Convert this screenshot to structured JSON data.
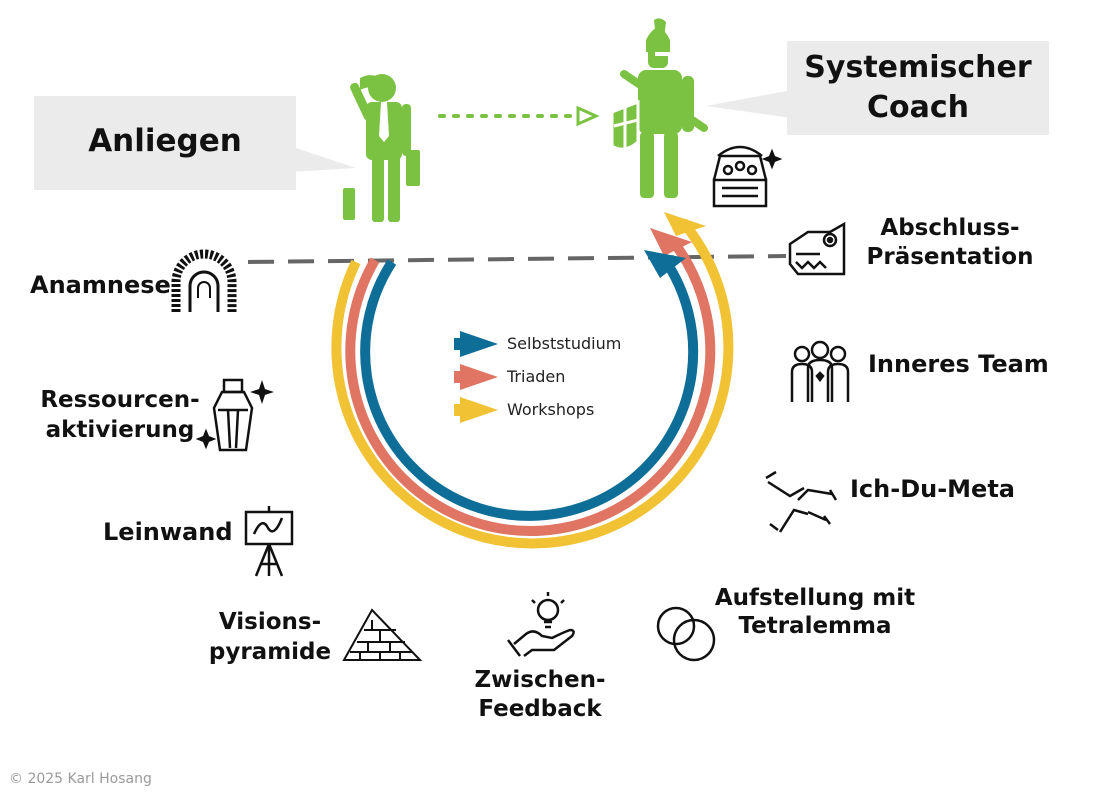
{
  "speech_bubbles": {
    "client": "Anliegen",
    "coach_line1": "Systemischer",
    "coach_line2": "Coach"
  },
  "stages": {
    "anamnese": "Anamnese",
    "ressourcen_line1": "Ressourcen-",
    "ressourcen_line2": "aktivierung",
    "leinwand": "Leinwand",
    "visions_line1": "Visions-",
    "visions_line2": "pyramide",
    "feedback_line1": "Zwischen-",
    "feedback_line2": "Feedback",
    "aufstellung_line1": "Aufstellung mit",
    "aufstellung_line2": "Tetralemma",
    "ichdumeta": "Ich-Du-Meta",
    "inneres_team": "Inneres Team",
    "abschluss_line1": "Abschluss-",
    "abschluss_line2": "Präsentation"
  },
  "legend": {
    "selbststudium": "Selbststudium",
    "triaden": "Triaden",
    "workshops": "Workshops"
  },
  "colors": {
    "selbststudium": "#0f6e98",
    "triaden": "#e07563",
    "workshops": "#f0c234",
    "figure_green": "#7cc242",
    "bubble_gray": "#ebebeb"
  },
  "icons": {
    "client_figure": "tired-businessman-icon",
    "coach_figure": "knight-with-shield-icon",
    "treasure": "treasure-chest-icon",
    "anamnese": "tunnel-icon",
    "ressourcen": "potion-bottle-icon",
    "leinwand": "easel-icon",
    "visions": "pyramid-icon",
    "feedback": "lightbulb-hand-icon",
    "aufstellung": "overlapping-circles-icon",
    "ichdumeta": "joined-hands-icon",
    "inneres_team": "team-group-icon",
    "abschluss": "dragon-head-icon"
  },
  "copyright": "© 2025 Karl Hosang"
}
